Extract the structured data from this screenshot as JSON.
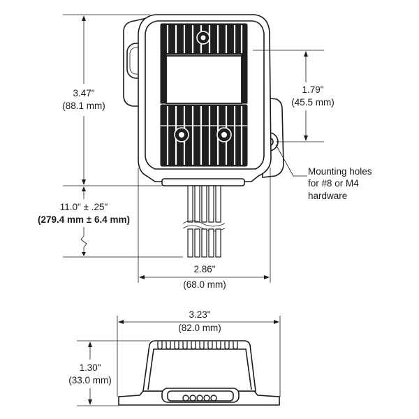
{
  "dimensions": {
    "height": {
      "imperial": "3.47\"",
      "metric": "(88.1 mm)"
    },
    "hole_spacing": {
      "imperial": "1.79\"",
      "metric": "(45.5 mm)"
    },
    "wire_length": {
      "imperial": "11.0\" ± .25\"",
      "metric": "(279.4 mm ± 6.4 mm)"
    },
    "body_width": {
      "imperial": "2.86\"",
      "metric": "(68.0 mm)"
    },
    "overall_width": {
      "imperial": "3.23\"",
      "metric": "(82.0 mm)"
    },
    "depth": {
      "imperial": "1.30\"",
      "metric": "(33.0 mm)"
    }
  },
  "callout": {
    "line1": "Mounting holes",
    "line2": "for #8 or M4",
    "line3": "hardware"
  }
}
